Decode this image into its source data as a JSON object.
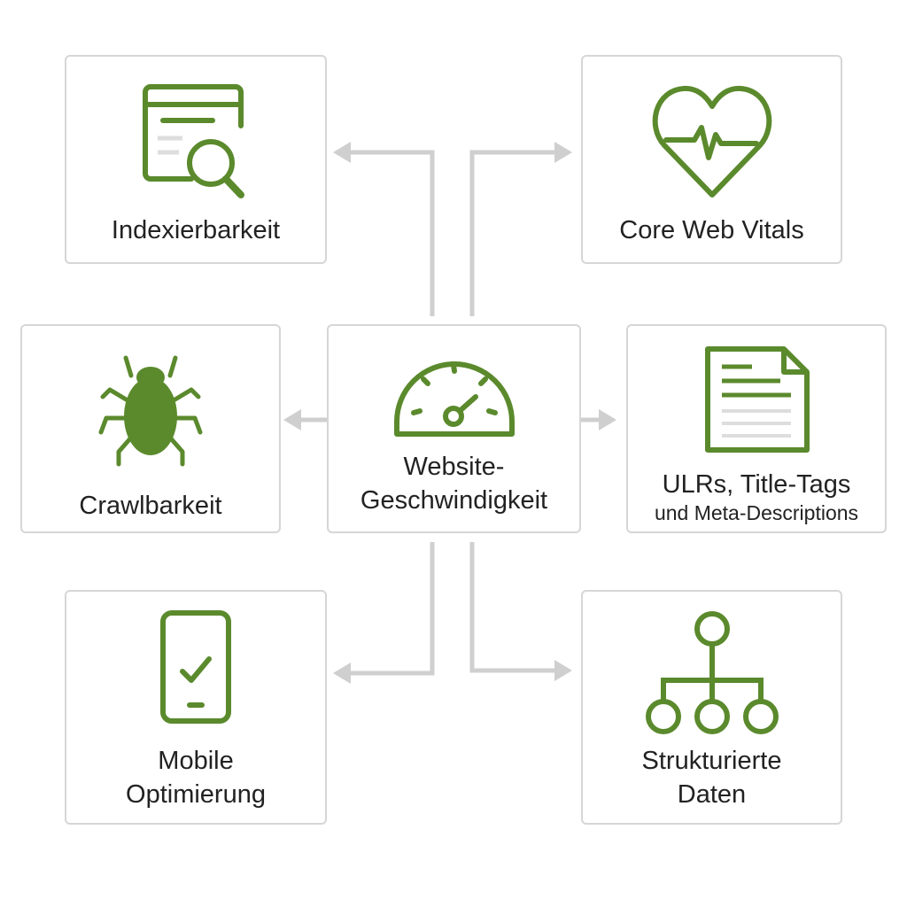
{
  "colors": {
    "accent": "#5b8a2d",
    "connector": "#cfcfcf",
    "border": "#d6d6d6"
  },
  "center": {
    "label_line1": "Website-",
    "label_line2": "Geschwindigkeit",
    "icon": "speedometer-icon"
  },
  "nodes": {
    "indexierbarkeit": {
      "label": "Indexierbarkeit",
      "icon": "browser-search-icon"
    },
    "core_web_vitals": {
      "label": "Core Web Vitals",
      "icon": "heart-pulse-icon"
    },
    "crawlbarkeit": {
      "label": "Crawlbarkeit",
      "icon": "bug-icon"
    },
    "urls": {
      "label_line1": "ULRs, Title-Tags",
      "label_line2": "und Meta-Descriptions",
      "icon": "document-icon"
    },
    "mobile": {
      "label_line1": "Mobile",
      "label_line2": "Optimierung",
      "icon": "smartphone-check-icon"
    },
    "strukturierte": {
      "label_line1": "Strukturierte",
      "label_line2": "Daten",
      "icon": "hierarchy-icon"
    }
  }
}
